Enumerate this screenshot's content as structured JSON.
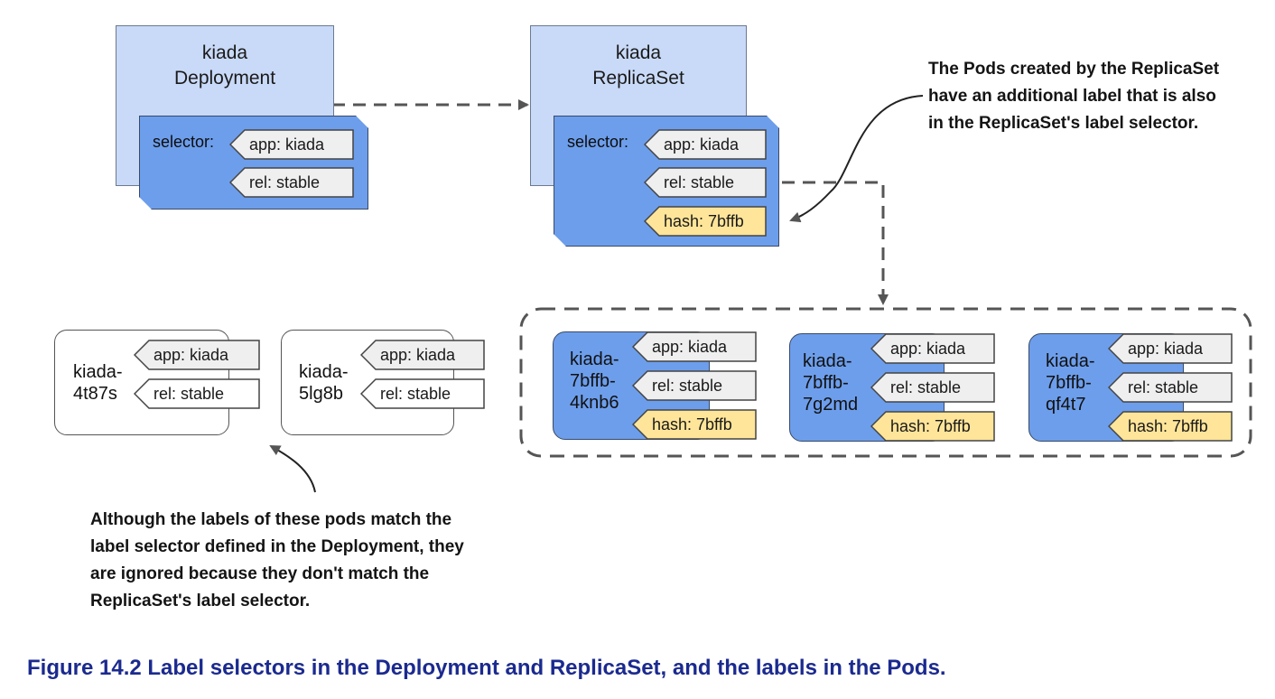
{
  "deployment": {
    "name": "kiada",
    "kind": "Deployment",
    "selector_label": "selector:",
    "labels": [
      "app: kiada",
      "rel: stable"
    ]
  },
  "replicaset": {
    "name": "kiada",
    "kind": "ReplicaSet",
    "selector_label": "selector:",
    "labels": [
      "app: kiada",
      "rel: stable",
      "hash: 7bffb"
    ]
  },
  "ignored_pods": [
    {
      "name_line1": "kiada-",
      "name_line2": "4t87s",
      "labels": [
        "app: kiada",
        "rel: stable"
      ]
    },
    {
      "name_line1": "kiada-",
      "name_line2": "5lg8b",
      "labels": [
        "app: kiada",
        "rel: stable"
      ]
    }
  ],
  "replicaset_pods": [
    {
      "name_line1": "kiada-",
      "name_line2": "7bffb-",
      "name_line3": "4knb6",
      "labels": [
        "app: kiada",
        "rel: stable",
        "hash: 7bffb"
      ]
    },
    {
      "name_line1": "kiada-",
      "name_line2": "7bffb-",
      "name_line3": "7g2md",
      "labels": [
        "app: kiada",
        "rel: stable",
        "hash: 7bffb"
      ]
    },
    {
      "name_line1": "kiada-",
      "name_line2": "7bffb-",
      "name_line3": "qf4t7",
      "labels": [
        "app: kiada",
        "rel: stable",
        "hash: 7bffb"
      ]
    }
  ],
  "annotations": {
    "replicaset_note": [
      "The Pods created by the ReplicaSet",
      "have an additional label that is also",
      "in the ReplicaSet's label selector."
    ],
    "ignored_note": [
      "Although the labels of these pods match the",
      "label selector defined in the Deployment, they",
      "are ignored because they don't match the",
      "ReplicaSet's label selector."
    ]
  },
  "caption": "Figure 14.2 Label selectors in the Deployment and ReplicaSet, and the labels in the Pods.",
  "colors": {
    "object_fill": "#c9daf8",
    "selector_fill": "#6d9eeb",
    "label_fill": "#efefef",
    "hash_label_fill": "#ffe599",
    "caption_color": "#1b2a8f"
  }
}
